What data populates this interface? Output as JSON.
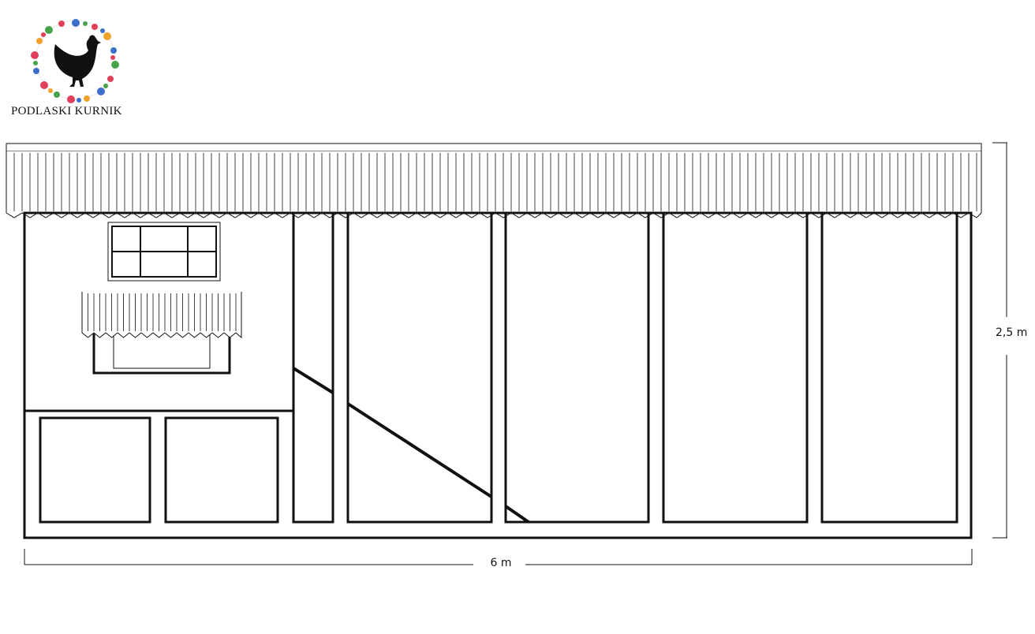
{
  "brand": {
    "name": "PODLASKI KURNIK"
  },
  "dimensions": {
    "width": "6 m",
    "height": "2,5 m"
  },
  "colors": {
    "line": "#111111",
    "background": "#ffffff"
  },
  "icons": {
    "logo": "hen-silhouette-floral-wreath-icon"
  }
}
